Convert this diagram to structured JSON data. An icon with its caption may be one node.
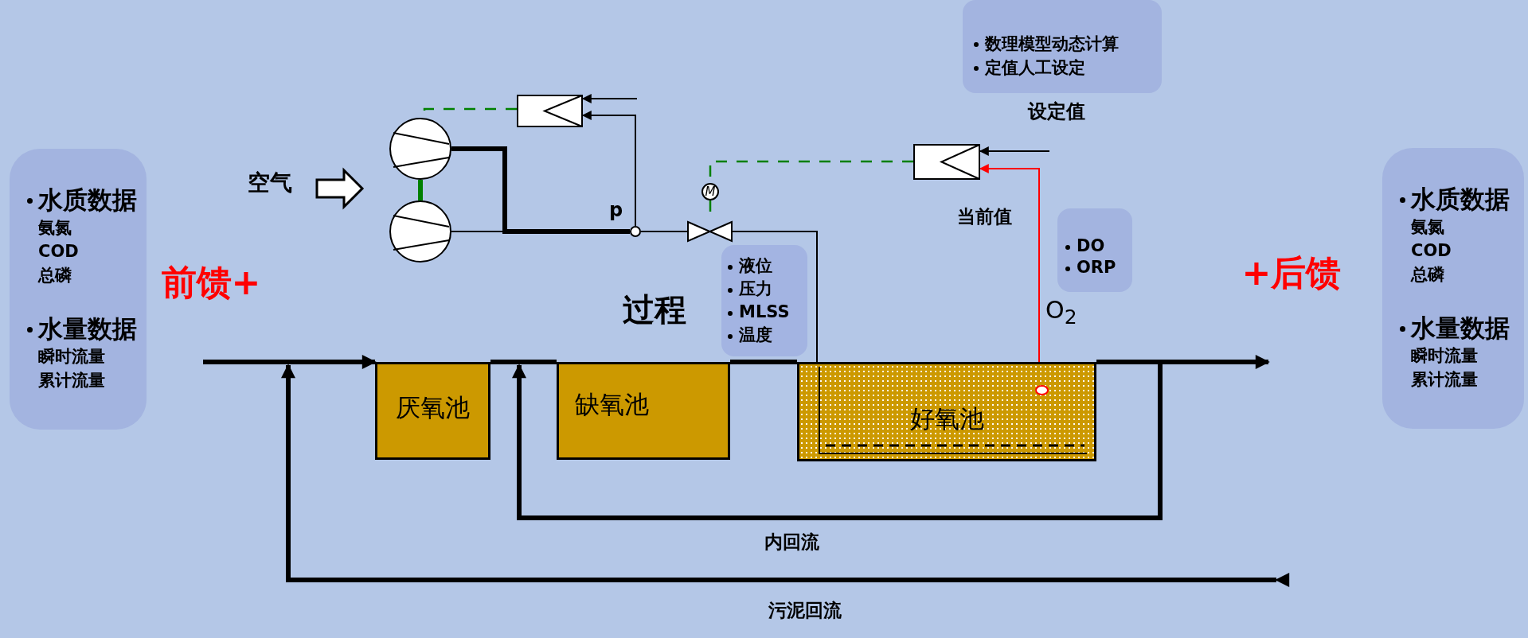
{
  "diagram": {
    "nodes": [
      {
        "text": [
          "水质数据",
          "氨氮",
          "COD",
          "总磷",
          "水量数据",
          "瞬时流量",
          "累计流量"
        ]
      },
      {
        "text": [
          "空气"
        ]
      },
      {
        "text": [],
        "shape": "circle"
      },
      {
        "text": [],
        "shape": "circle"
      },
      {
        "text": [],
        "shape": "box"
      },
      {
        "text": [],
        "shape": "circle",
        "beside": [
          "p"
        ]
      },
      {
        "text": [
          "M"
        ]
      },
      {
        "text": [],
        "shape": "valve"
      },
      {
        "text": [
          "数理模型动态计算",
          "定值人工设定"
        ],
        "beside": [
          "设定值"
        ]
      },
      {
        "text": [],
        "shape": "box"
      },
      {
        "text": [
          "DO",
          "ORP"
        ]
      },
      {
        "text": [
          "液位",
          "压力",
          "MLSS",
          "温度"
        ]
      },
      {
        "text": [
          "厌氧池"
        ]
      },
      {
        "text": [
          "缺氧池"
        ]
      },
      {
        "text": [
          "好氧池"
        ]
      },
      {
        "text": [],
        "shape": "circle",
        "in": 14
      },
      {
        "text": [
          "水质数据",
          "氨氮",
          "COD",
          "总磷",
          "水量数据",
          "瞬时流量",
          "累计流量"
        ]
      }
    ],
    "edges": [
      {
        "from": 1,
        "to": null,
        "arrow": "to"
      },
      {
        "from": 2,
        "to": 3,
        "arrow": "none",
        "style": "thick",
        "color": "#008000"
      },
      {
        "from": 4,
        "to": 2,
        "arrow": "none",
        "style": "dashed",
        "color": "#008000"
      },
      {
        "from": 2,
        "to": 5,
        "arrow": "none",
        "style": "thick"
      },
      {
        "from": 3,
        "to": 5,
        "arrow": "none"
      },
      {
        "from": 5,
        "to": 4,
        "arrow": "to"
      },
      {
        "from": null,
        "to": 4,
        "arrow": "to"
      },
      {
        "from": 5,
        "to": 7,
        "arrow": "none"
      },
      {
        "from": 9,
        "to": 6,
        "arrow": "none",
        "style": "dashed",
        "color": "#008000"
      },
      {
        "from": 6,
        "to": 7,
        "arrow": "none",
        "style": "dashed",
        "color": "#008000"
      },
      {
        "from": 7,
        "to": 14,
        "arrow": "none"
      },
      {
        "from": 15,
        "to": 9,
        "arrow": "to",
        "label": "当前值",
        "color": "#ff0000"
      },
      {
        "from": null,
        "to": 9,
        "arrow": "to"
      },
      {
        "from": null,
        "to": 12,
        "arrow": "to",
        "style": "thick"
      },
      {
        "from": 12,
        "to": 13,
        "arrow": "none",
        "style": "thick"
      },
      {
        "from": 13,
        "to": 14,
        "arrow": "none",
        "style": "thick"
      },
      {
        "from": 14,
        "to": null,
        "arrow": "to",
        "style": "thick"
      },
      {
        "from": 14,
        "to": 13,
        "arrow": "to",
        "label": "内回流",
        "style": "thick"
      },
      {
        "from": null,
        "to": 12,
        "arrow": "to",
        "label": "污泥回流",
        "style": "thick"
      }
    ],
    "labels": [
      "前馈+",
      "过程",
      "O$_{2}$",
      "+后馈"
    ]
  }
}
